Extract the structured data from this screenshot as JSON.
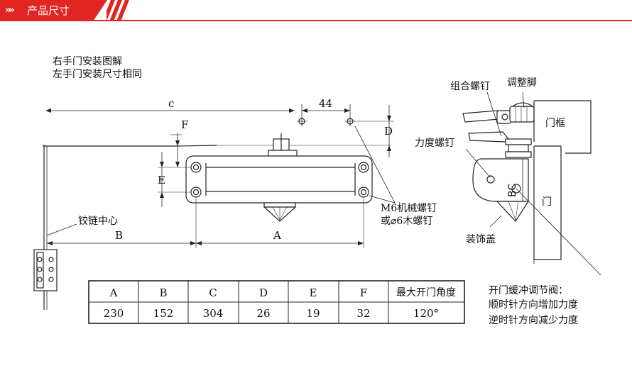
{
  "header": {
    "title": "产品尺寸"
  },
  "notes": {
    "line1": "右手门安装图解",
    "line2": "左手门安装尺寸相同"
  },
  "dims": {
    "c": "c",
    "d44": "44",
    "F": "F",
    "D": "D",
    "E": "E",
    "B": "B",
    "A": "A"
  },
  "callouts": {
    "hinge_center": "铰链中心",
    "m6_line1": "M6机械螺钉",
    "m6_line2": "或⌀6木螺钉",
    "combo_screw": "组合螺钉",
    "adjust_foot": "调整脚",
    "door_frame": "门框",
    "force_screw": "力度螺钉",
    "bc": "BC",
    "door": "门",
    "cover": "装饰盖",
    "valve_line1": "开门缓冲调节阀：",
    "valve_line2": "顺时针方向增加力度",
    "valve_line3": "逆时针方向减少力度"
  },
  "table": {
    "headers": [
      "A",
      "B",
      "C",
      "D",
      "E",
      "F",
      "最大开门角度"
    ],
    "values": [
      "230",
      "152",
      "304",
      "26",
      "19",
      "32",
      "120°"
    ]
  },
  "colors": {
    "brand_red": "#e02522",
    "line": "#222222"
  }
}
